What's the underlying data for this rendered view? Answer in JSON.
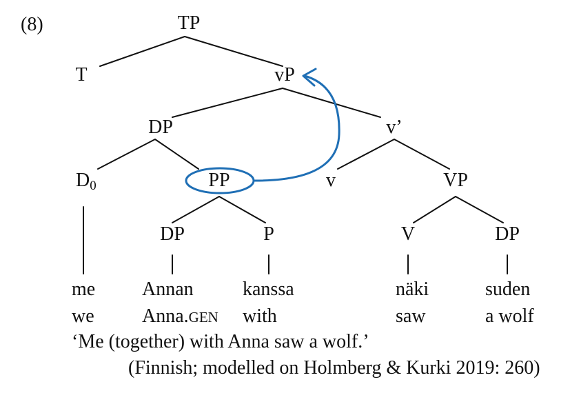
{
  "example_number": "(8)",
  "nodes": {
    "tp": "TP",
    "t": "T",
    "vp_small": "vP",
    "dp_subject": "DP",
    "v_bar": "v’",
    "d": "D",
    "d_subscript": "0",
    "pp": "PP",
    "v_small": "v",
    "vp_big": "VP",
    "dp_in_pp": "DP",
    "p": "P",
    "v_big": "V",
    "dp_object": "DP"
  },
  "words": {
    "w1": {
      "form": "me",
      "gloss": "we"
    },
    "w2": {
      "form": "Annan",
      "gloss": "Anna.",
      "gloss_smallcaps": "GEN"
    },
    "w3": {
      "form": "kanssa",
      "gloss": "with"
    },
    "w4": {
      "form": "näki",
      "gloss": "saw"
    },
    "w5": {
      "form": "suden",
      "gloss": "a wolf"
    }
  },
  "translation": "‘Me (together) with Anna saw a wolf.’",
  "source": "(Finnish; modelled on Holmberg & Kurki 2019: 260)",
  "colors": {
    "text": "#111111",
    "lines": "#111111",
    "movement_arrow": "#1f6fb5"
  }
}
